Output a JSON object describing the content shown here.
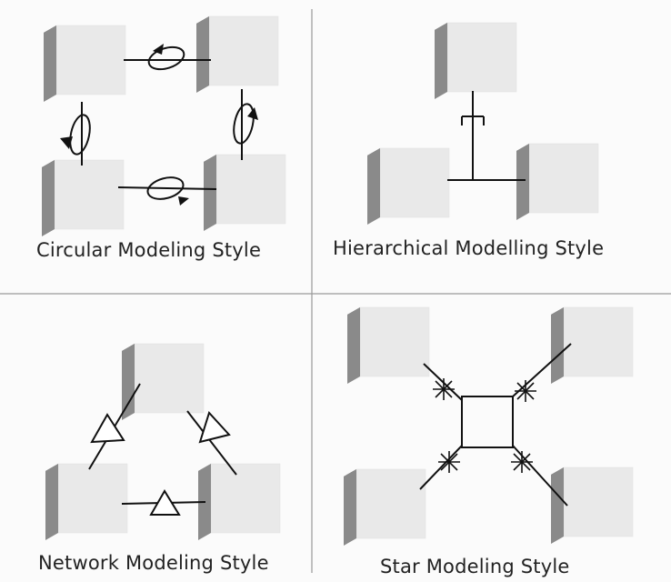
{
  "captions": {
    "circular": "Circular Modeling Style",
    "hierarchical": "Hierarchical Modelling Style",
    "network": "Network Modeling Style",
    "star": "Star Modeling Style"
  },
  "colors": {
    "cube_front": "#e8e8e8",
    "cube_side": "#8c8c8c",
    "cube_top": "#c8c8c8",
    "divider": "#9a9a9a",
    "line": "#111111"
  }
}
